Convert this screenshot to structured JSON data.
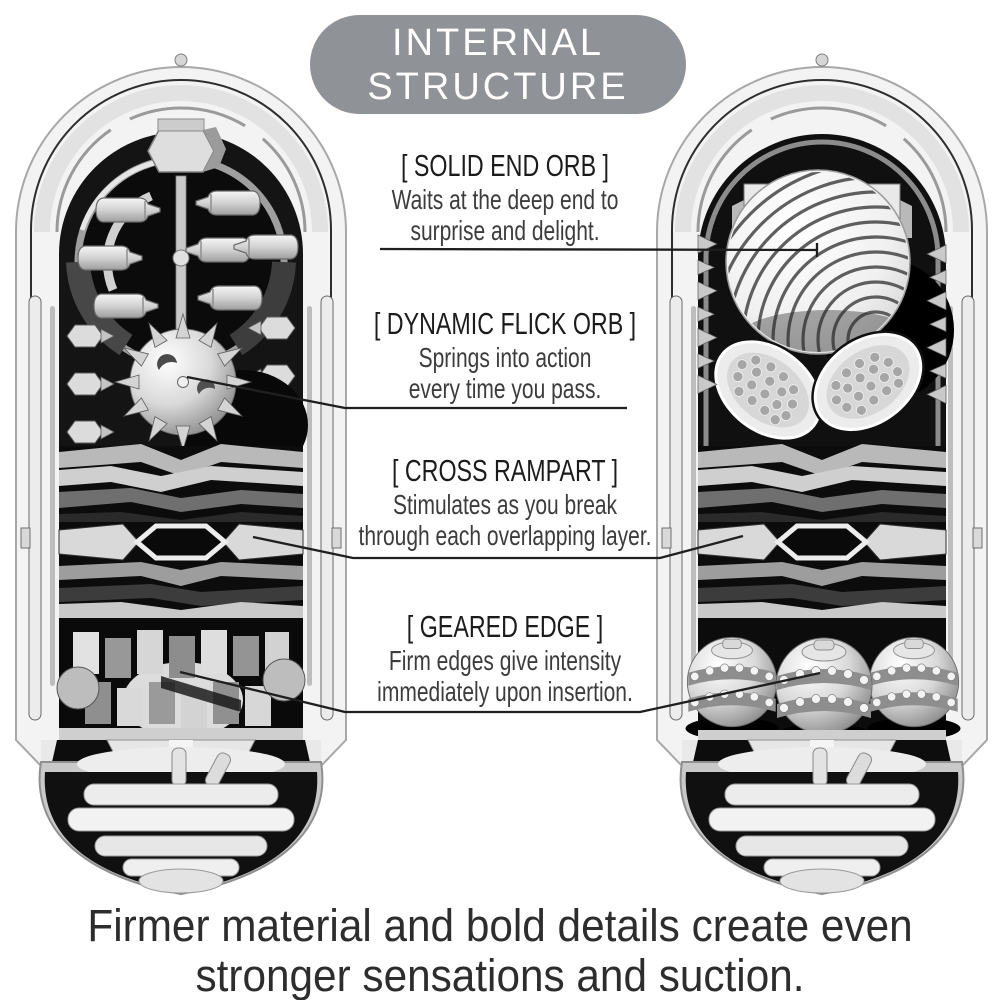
{
  "colors": {
    "badge_bg": "#8f9296",
    "badge_fg": "#ffffff",
    "title_fg": "#1b1b1b",
    "body_fg": "#3c3c3c",
    "caption_fg": "#2d2d2d",
    "line": "#1f1f1f"
  },
  "badge": {
    "line1": "INTERNAL",
    "line2": "STRUCTURE"
  },
  "callouts": [
    {
      "title": "[ SOLID END ORB ]",
      "line1": "Waits at the deep end to",
      "line2": "surprise and delight."
    },
    {
      "title": "[ DYNAMIC FLICK ORB ]",
      "line1": "Springs into action",
      "line2": "every time you pass."
    },
    {
      "title": "[ CROSS RAMPART ]",
      "line1": "Stimulates as you break",
      "line2": "through each overlapping layer."
    },
    {
      "title": "[ GEARED EDGE ]",
      "line1": "Firm edges give intensity",
      "line2": "immediately upon insertion."
    }
  ],
  "caption": {
    "line1": "Firmer material and bold details create even",
    "line2": "stronger sensations and suction."
  }
}
